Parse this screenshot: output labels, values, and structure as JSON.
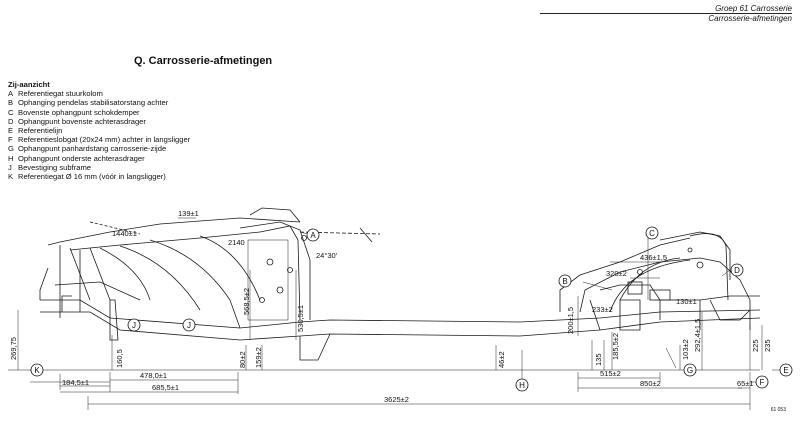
{
  "header": {
    "group": "Groep 61 Carrosserie",
    "section": "Carrosserie-afmetingen"
  },
  "title": "Q. Carrosserie-afmetingen",
  "legend": {
    "heading": "Zij-aanzicht",
    "items": [
      {
        "key": "A",
        "text": "Referentiegat stuurkolom"
      },
      {
        "key": "B",
        "text": "Ophanging pendelas stabilisatorstang achter"
      },
      {
        "key": "C",
        "text": "Bovenste ophangpunt schokdemper"
      },
      {
        "key": "D",
        "text": "Ophangpunt bovenste achterasdrager"
      },
      {
        "key": "E",
        "text": "Referentielijn"
      },
      {
        "key": "F",
        "text": "Referentieslobgat (20x24 mm) achter in langsligger"
      },
      {
        "key": "G",
        "text": "Ophangpunt panhardstang carrosserie-zijde"
      },
      {
        "key": "H",
        "text": "Ophangpunt onderste achterasdrager"
      },
      {
        "key": "J",
        "text": "Bevestiging subframe"
      },
      {
        "key": "K",
        "text": "Referentiegat Ø 16 mm (vóór in langsligger)"
      }
    ]
  },
  "dimensions": {
    "d1440": "1440±1",
    "d139": "139±1",
    "d2140": "2140",
    "d24": "24°30'",
    "d568": "568,5±2",
    "d530": "530,5±1",
    "d269": "269,75",
    "d160": "160,5",
    "d80": "80±2",
    "d159": "159±2",
    "d184": "184,5±1",
    "d478": "478,0±1",
    "d685": "685,5±1",
    "d46": "46±2",
    "d436": "436±1,5",
    "d320": "320±2",
    "d233": "233±2",
    "d200": "200±1,5",
    "d130": "130±1",
    "d292": "292,4±1,5",
    "d225": "225",
    "d235": "235",
    "d135": "135",
    "d185": "185,5±2",
    "d103": "103±2",
    "d515": "515±2",
    "d850": "850±2",
    "d65": "65±1",
    "d3625": "3625±2"
  },
  "callouts": [
    "A",
    "B",
    "C",
    "D",
    "E",
    "F",
    "G",
    "H",
    "J",
    "K"
  ],
  "figure_code": "61 053"
}
